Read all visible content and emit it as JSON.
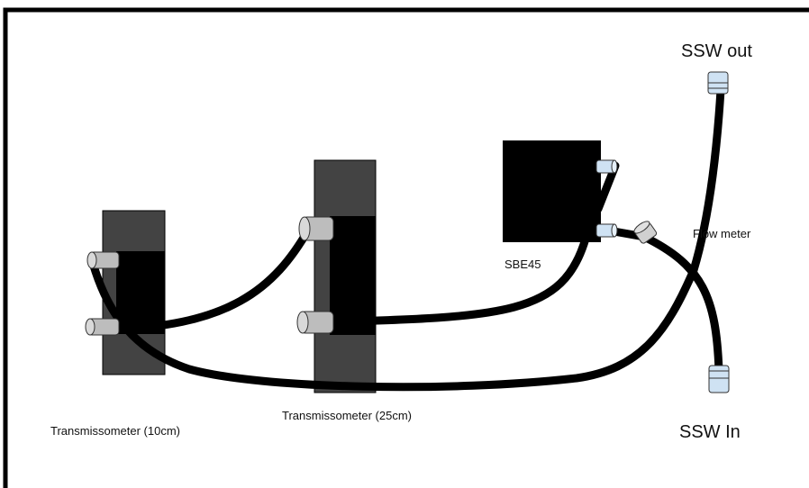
{
  "diagram": {
    "labels": {
      "ssw_out": "SSW out",
      "ssw_in": "SSW In",
      "flow_meter": "Flow meter",
      "sbe45": "SBE45",
      "transmissometer_10cm": "Transmissometer (10cm)",
      "transmissometer_25cm": "Transmissometer (25cm)"
    },
    "colors": {
      "frame": "#000000",
      "tube": "#000000",
      "instrument_housing": "#434343",
      "instrument_core": "#000000",
      "connector_grey": "#bdbdbd",
      "connector_blue": "#cfe2f3",
      "background": "#ffffff"
    }
  }
}
